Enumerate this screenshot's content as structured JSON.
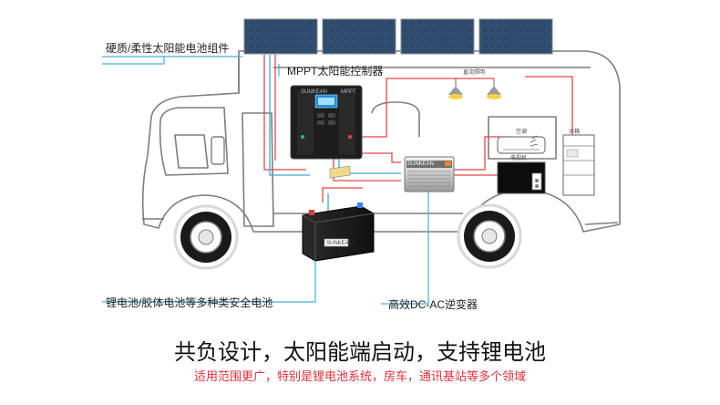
{
  "labels": {
    "solar_panels": "硬质/柔性太阳能电池组件",
    "mppt_controller": "MPPT太阳能控制器",
    "dc_lights": "直流照明",
    "ac_unit": "空调",
    "fridge": "冰箱",
    "tv": "电视机",
    "battery": "锂电池/胶体电池等多种类安全电池",
    "inverter": "高效DC-AC逆变器"
  },
  "device_text": {
    "controller_brand": "SUNKEAN",
    "controller_model": "MPPT",
    "inverter_brand": "SUNKEAN",
    "battery_brand": "SUNKEAN"
  },
  "headline": {
    "main": "共负设计，太阳能端启动，支持锂电池",
    "sub": "适用范围更广，特别是锂电池系统，房车，通讯基站等多个领域"
  },
  "colors": {
    "wire_red": "#e8454a",
    "wire_blue": "#3aa8dc",
    "leader_line": "#45b1e0",
    "rv_outline": "#7d7d7d",
    "headline_sub": "#e0303a",
    "controller_screen": "#1e8fd6",
    "panel_cell": "#1f3550"
  }
}
